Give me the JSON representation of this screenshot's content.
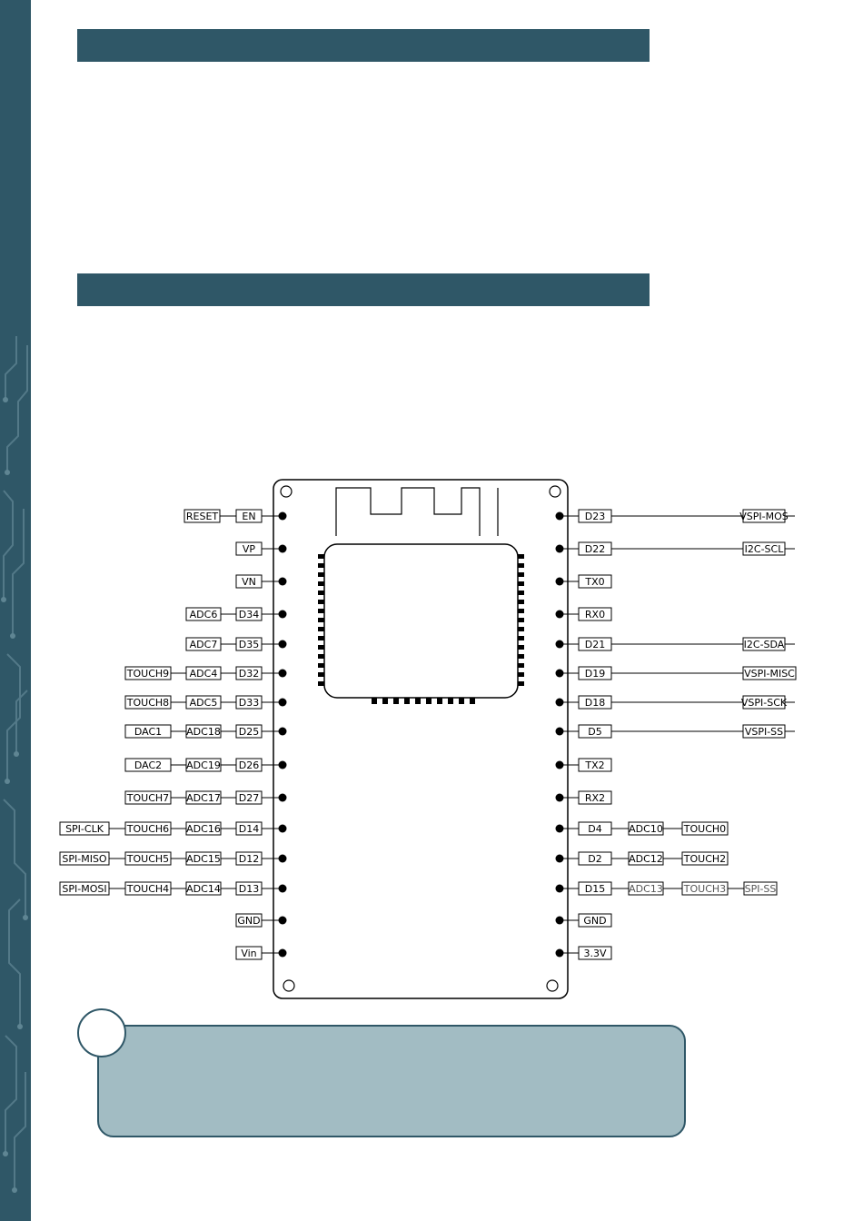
{
  "colors": {
    "accent": "#2f5767",
    "note_fill": "#a2bcc3"
  },
  "left_pins": [
    {
      "pin": "EN",
      "labels": [
        "RESET"
      ]
    },
    {
      "pin": "VP",
      "labels": []
    },
    {
      "pin": "VN",
      "labels": []
    },
    {
      "pin": "D34",
      "labels": [
        "ADC6"
      ]
    },
    {
      "pin": "D35",
      "labels": [
        "ADC7"
      ]
    },
    {
      "pin": "D32",
      "labels": [
        "ADC4",
        "TOUCH9"
      ]
    },
    {
      "pin": "D33",
      "labels": [
        "ADC5",
        "TOUCH8"
      ]
    },
    {
      "pin": "D25",
      "labels": [
        "ADC18",
        "DAC1"
      ]
    },
    {
      "pin": "D26",
      "labels": [
        "ADC19",
        "DAC2"
      ]
    },
    {
      "pin": "D27",
      "labels": [
        "ADC17",
        "TOUCH7"
      ]
    },
    {
      "pin": "D14",
      "labels": [
        "ADC16",
        "TOUCH6",
        "SPI-CLK"
      ]
    },
    {
      "pin": "D12",
      "labels": [
        "ADC15",
        "TOUCH5",
        "SPI-MISO"
      ]
    },
    {
      "pin": "D13",
      "labels": [
        "ADC14",
        "TOUCH4",
        "SPI-MOSI"
      ]
    },
    {
      "pin": "GND",
      "labels": []
    },
    {
      "pin": "Vin",
      "labels": []
    }
  ],
  "right_pins": [
    {
      "pin": "D23",
      "far": "VSPI-MOS",
      "labels": []
    },
    {
      "pin": "D22",
      "far": "I2C-SCL",
      "labels": []
    },
    {
      "pin": "TX0",
      "far": "",
      "labels": []
    },
    {
      "pin": "RX0",
      "far": "",
      "labels": []
    },
    {
      "pin": "D21",
      "far": "I2C-SDA",
      "labels": []
    },
    {
      "pin": "D19",
      "far": "VSPI-MISC",
      "labels": []
    },
    {
      "pin": "D18",
      "far": "VSPI-SCK",
      "labels": []
    },
    {
      "pin": "D5",
      "far": "VSPI-SS",
      "labels": []
    },
    {
      "pin": "TX2",
      "far": "",
      "labels": []
    },
    {
      "pin": "RX2",
      "far": "",
      "labels": []
    },
    {
      "pin": "D4",
      "far": "",
      "labels": [
        "ADC10",
        "TOUCH0"
      ]
    },
    {
      "pin": "D2",
      "far": "",
      "labels": [
        "ADC12",
        "TOUCH2"
      ]
    },
    {
      "pin": "D15",
      "far": "",
      "labels": [
        "ADC13",
        "TOUCH3",
        "SPI-SS"
      ]
    },
    {
      "pin": "GND",
      "far": "",
      "labels": []
    },
    {
      "pin": "3.3V",
      "far": "",
      "labels": []
    }
  ]
}
